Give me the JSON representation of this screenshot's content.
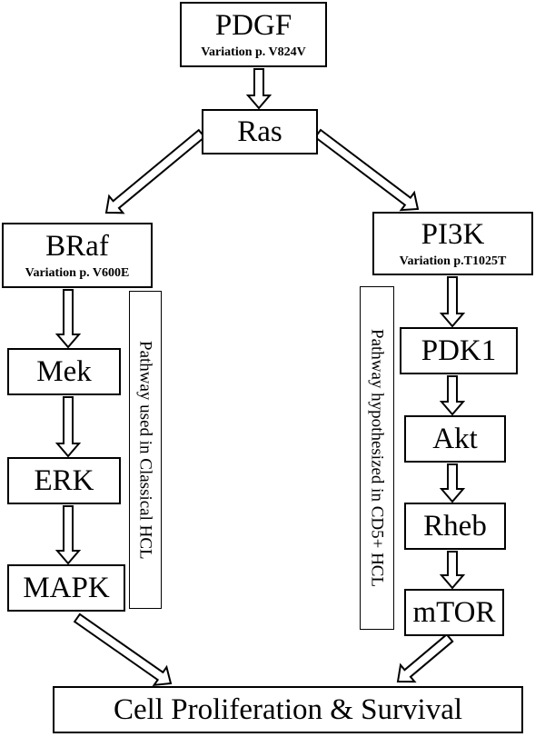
{
  "nodes": {
    "pdgf": {
      "label": "PDGF",
      "sub": "Variation p. V824V"
    },
    "ras": {
      "label": "Ras"
    },
    "braf": {
      "label": "BRaf",
      "sub": "Variation p. V600E"
    },
    "pi3k": {
      "label": "PI3K",
      "sub": "Variation p.T1025T"
    },
    "mek": {
      "label": "Mek"
    },
    "erk": {
      "label": "ERK"
    },
    "mapk": {
      "label": "MAPK"
    },
    "pdk1": {
      "label": "PDK1"
    },
    "akt": {
      "label": "Akt"
    },
    "rheb": {
      "label": "Rheb"
    },
    "mtor": {
      "label": "mTOR"
    },
    "outcome": {
      "label": "Cell Proliferation & Survival"
    }
  },
  "pathway_labels": {
    "left": "Pathway used in Classical HCL",
    "right": "Pathway hypothesized in CD5+ HCL"
  }
}
